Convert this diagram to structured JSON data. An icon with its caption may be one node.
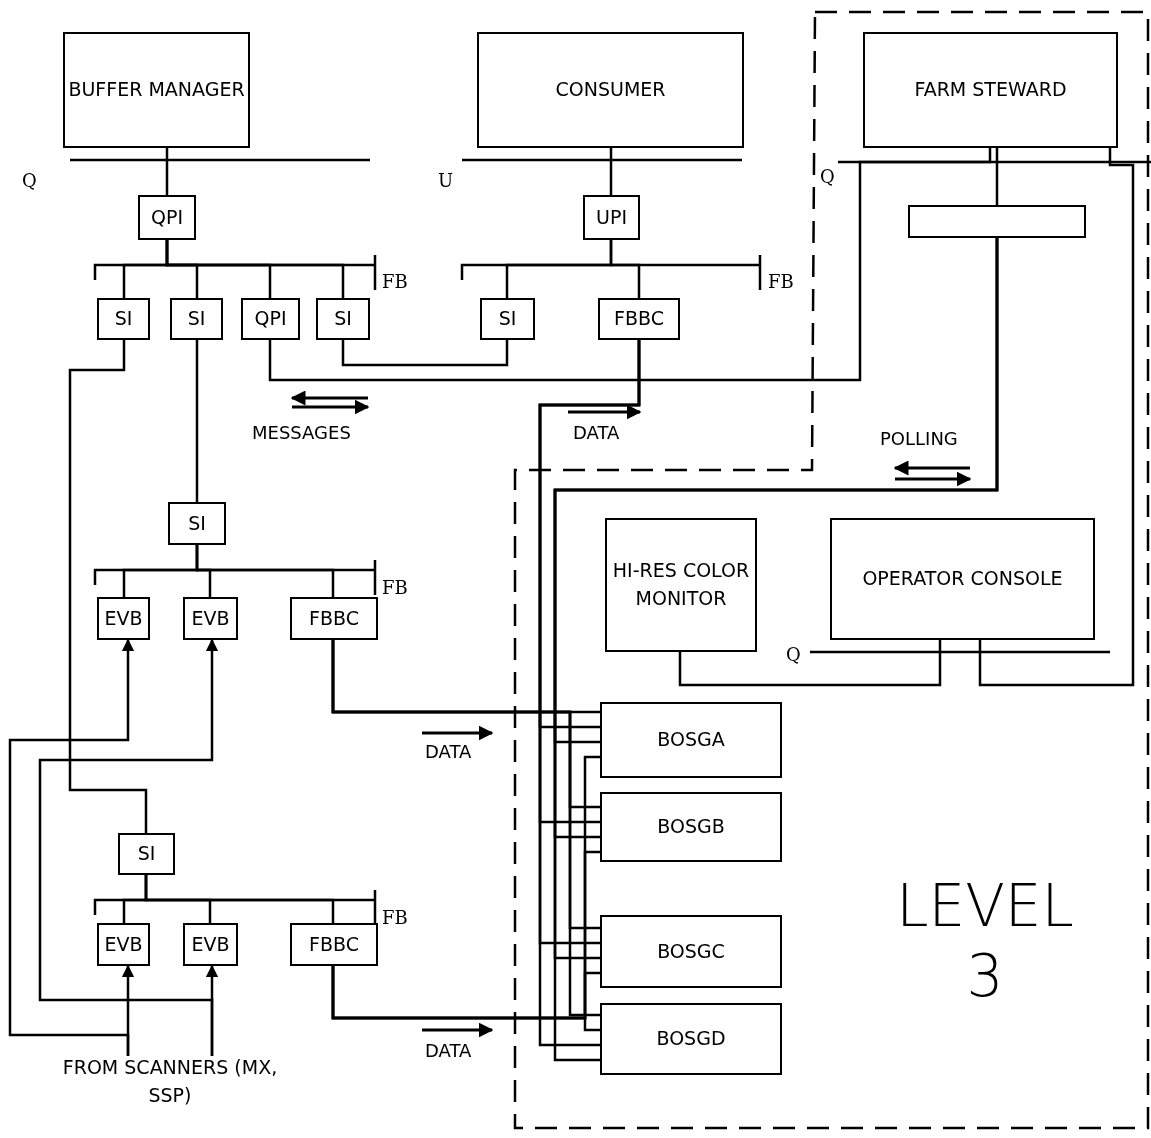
{
  "diagram": {
    "nodes": [
      {
        "text": [
          "BUFFER MANAGER"
        ]
      },
      {
        "text": [
          "CONSUMER"
        ]
      },
      {
        "text": [
          "LEVEL 3"
        ]
      },
      {
        "text": [
          "FARM STEWARD"
        ],
        "in": 2
      },
      {
        "text": [
          "QPI"
        ]
      },
      {
        "text": [
          "UPI"
        ]
      },
      {
        "text": [],
        "shape": "box",
        "in": 2
      },
      {
        "text": [
          "SI"
        ]
      },
      {
        "text": [
          "SI"
        ]
      },
      {
        "text": [
          "QPI"
        ]
      },
      {
        "text": [
          "SI"
        ]
      },
      {
        "text": [
          "SI"
        ]
      },
      {
        "text": [
          "FBBC"
        ]
      },
      {
        "text": [
          "SI"
        ]
      },
      {
        "text": [
          "EVB"
        ]
      },
      {
        "text": [
          "EVB"
        ]
      },
      {
        "text": [
          "FBBC"
        ]
      },
      {
        "text": [
          "HI-RES COLOR MONITOR"
        ],
        "in": 2
      },
      {
        "text": [
          "OPERATOR CONSOLE"
        ],
        "in": 2
      },
      {
        "text": [
          "BOSGA"
        ],
        "in": 2
      },
      {
        "text": [
          "BOSGB"
        ],
        "in": 2
      },
      {
        "text": [
          "SI"
        ]
      },
      {
        "text": [
          "EVB"
        ]
      },
      {
        "text": [
          "EVB"
        ]
      },
      {
        "text": [
          "FBBC"
        ]
      },
      {
        "text": [
          "BOSGC"
        ],
        "in": 2
      },
      {
        "text": [
          "BOSGD"
        ],
        "in": 2
      },
      {
        "text": [
          "FROM SCANNERS (MX, SSP)"
        ]
      }
    ],
    "edges": [
      {
        "from": 0,
        "to": 4,
        "arrow": "none"
      },
      {
        "from": 4,
        "to": 7,
        "arrow": "none"
      },
      {
        "from": 4,
        "to": 8,
        "arrow": "none"
      },
      {
        "from": 4,
        "to": 9,
        "arrow": "none"
      },
      {
        "from": 4,
        "to": 10,
        "arrow": "none"
      },
      {
        "from": 1,
        "to": 5,
        "arrow": "none"
      },
      {
        "from": 5,
        "to": 11,
        "arrow": "none"
      },
      {
        "from": 5,
        "to": 12,
        "arrow": "none"
      },
      {
        "from": 3,
        "to": 6,
        "arrow": "none"
      },
      {
        "from": 10,
        "to": 11,
        "arrow": "none"
      },
      {
        "from": 9,
        "to": 3,
        "arrow": "none"
      },
      {
        "from": 12,
        "to": 19,
        "arrow": "none"
      },
      {
        "from": 12,
        "to": 20,
        "arrow": "none"
      },
      {
        "from": 12,
        "to": 25,
        "arrow": "none"
      },
      {
        "from": 12,
        "to": 26,
        "arrow": "none"
      },
      {
        "from": 6,
        "to": 19,
        "arrow": "none"
      },
      {
        "from": 6,
        "to": 20,
        "arrow": "none"
      },
      {
        "from": 6,
        "to": 25,
        "arrow": "none"
      },
      {
        "from": 6,
        "to": 26,
        "arrow": "none"
      },
      {
        "from": 7,
        "to": 21,
        "arrow": "none"
      },
      {
        "from": 8,
        "to": 13,
        "arrow": "none"
      },
      {
        "from": 13,
        "to": 14,
        "arrow": "none"
      },
      {
        "from": 13,
        "to": 15,
        "arrow": "none"
      },
      {
        "from": 13,
        "to": 16,
        "arrow": "none"
      },
      {
        "from": 16,
        "to": 19,
        "arrow": "none"
      },
      {
        "from": 16,
        "to": 20,
        "arrow": "none"
      },
      {
        "from": 16,
        "to": 25,
        "arrow": "none"
      },
      {
        "from": 16,
        "to": 26,
        "arrow": "none"
      },
      {
        "from": 21,
        "to": 22,
        "arrow": "none"
      },
      {
        "from": 21,
        "to": 23,
        "arrow": "none"
      },
      {
        "from": 21,
        "to": 24,
        "arrow": "none"
      },
      {
        "from": 24,
        "to": 19,
        "arrow": "none"
      },
      {
        "from": 24,
        "to": 20,
        "arrow": "none"
      },
      {
        "from": 24,
        "to": 25,
        "arrow": "none"
      },
      {
        "from": 24,
        "to": 26,
        "arrow": "none"
      },
      {
        "from": 27,
        "to": 22,
        "arrow": "to"
      },
      {
        "from": 27,
        "to": 23,
        "arrow": "to"
      },
      {
        "from": 27,
        "to": 14,
        "arrow": "to"
      },
      {
        "from": 27,
        "to": 15,
        "arrow": "to"
      },
      {
        "from": 18,
        "to": 17,
        "arrow": "none"
      },
      {
        "from": 3,
        "to": 18,
        "arrow": "none"
      }
    ],
    "labels": [
      "Q",
      "U",
      "Q",
      "FB",
      "FB",
      "MESSAGES",
      "DATA",
      "POLLING",
      "FB",
      "Q",
      "DATA",
      "FB",
      "DATA"
    ]
  }
}
